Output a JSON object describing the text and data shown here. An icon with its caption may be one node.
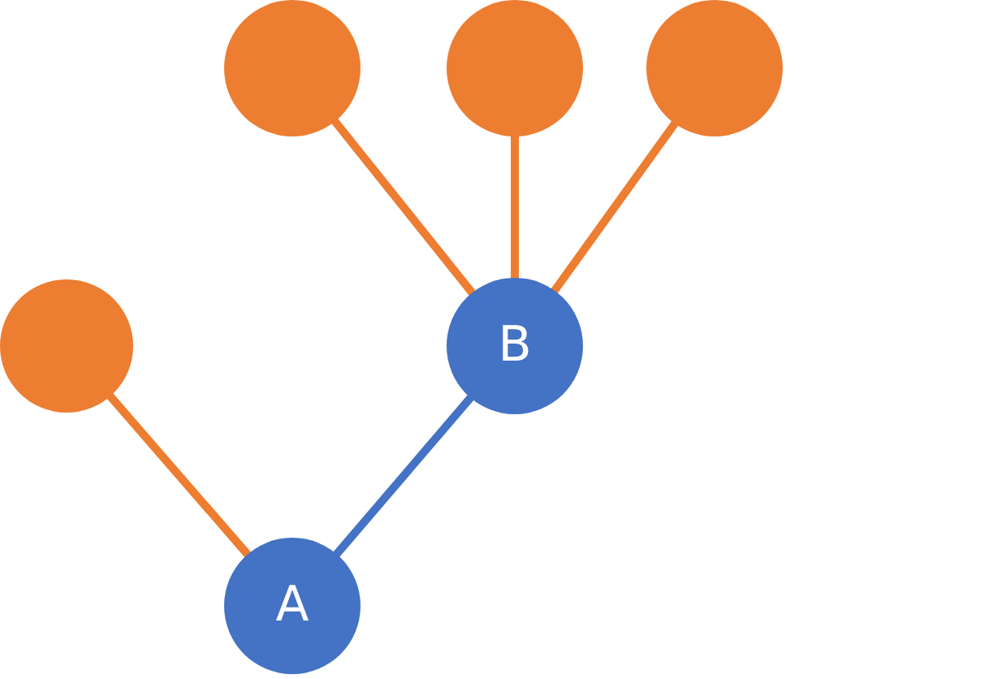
{
  "diagram": {
    "nodes": [
      {
        "text": [],
        "shape": "circle"
      },
      {
        "text": [],
        "shape": "circle"
      },
      {
        "text": [],
        "shape": "circle"
      },
      {
        "text": [],
        "shape": "circle"
      },
      {
        "text": [
          "B"
        ]
      },
      {
        "text": [
          "A"
        ]
      }
    ],
    "edges": [
      {
        "from": 4,
        "to": 0,
        "arrow": "none"
      },
      {
        "from": 4,
        "to": 1,
        "arrow": "none"
      },
      {
        "from": 4,
        "to": 2,
        "arrow": "none"
      },
      {
        "from": 3,
        "to": 5,
        "arrow": "none"
      },
      {
        "from": 5,
        "to": 4,
        "arrow": "none",
        "color": "#4472c4"
      }
    ]
  }
}
